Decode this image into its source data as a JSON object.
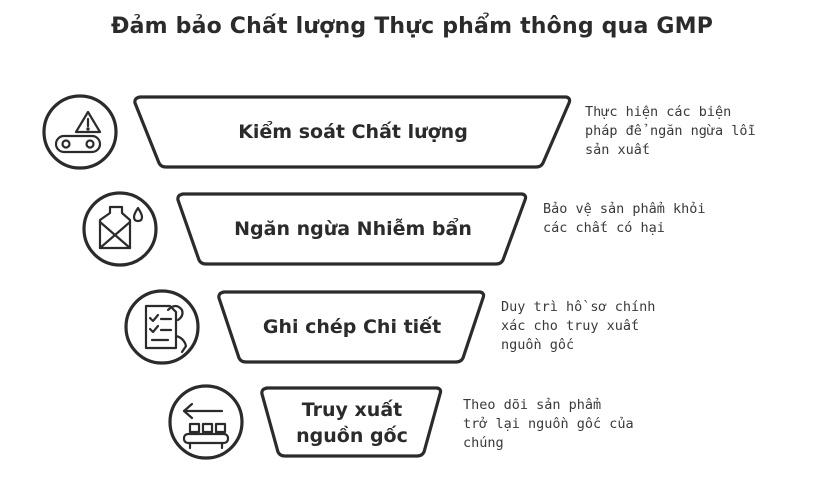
{
  "title": "Đảm bảo Chất lượng Thực phẩm thông qua GMP",
  "stages": [
    {
      "label": "Kiểm soát Chất lượng",
      "description_lines": [
        "Thực hiện các biện",
        "pháp để ngăn ngừa lỗi",
        "sản xuất"
      ],
      "icon": "conveyor-warning-icon"
    },
    {
      "label": "Ngăn ngừa Nhiễm bẩn",
      "description_lines": [
        "Bảo vệ sản phẩm khỏi",
        "các chất có hại"
      ],
      "icon": "contaminated-bag-icon"
    },
    {
      "label": "Ghi chép Chi tiết",
      "description_lines": [
        "Duy trì hồ sơ chính",
        "xác cho truy xuất",
        "nguồn gốc"
      ],
      "icon": "checklist-document-icon"
    },
    {
      "label_lines": [
        "Truy xuất",
        "nguồn gốc"
      ],
      "description_lines": [
        "Theo dõi sản phẩm",
        "trở lại nguồn gốc của",
        "chúng"
      ],
      "icon": "traceback-conveyor-icon"
    }
  ],
  "colors": {
    "stroke": "#2b2b2b",
    "fill": "#ffffff"
  }
}
